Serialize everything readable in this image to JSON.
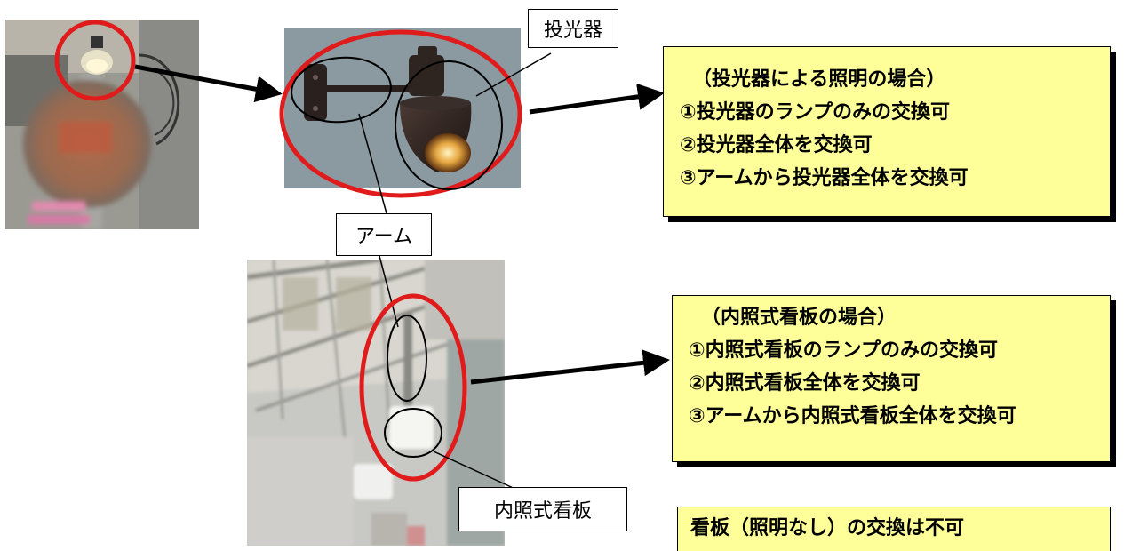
{
  "labels": {
    "projector": "投光器",
    "arm": "アーム",
    "internal_sign": "内照式看板"
  },
  "projector_note": {
    "title": "（投光器による照明の場合）",
    "items": [
      "①投光器のランプのみの交換可",
      "②投光器全体を交換可",
      "③アームから投光器全体を交換可"
    ]
  },
  "internal_note": {
    "title": "（内照式看板の場合）",
    "items": [
      "①内照式看板のランプのみの交換可",
      "②内照式看板全体を交換可",
      "③アームから内照式看板全体を交換可"
    ]
  },
  "no_light_note": {
    "text": "看板（照明なし）の交換は不可"
  },
  "colors": {
    "highlight_red": "#e01b1b",
    "note_yellow": "#ffff99"
  }
}
